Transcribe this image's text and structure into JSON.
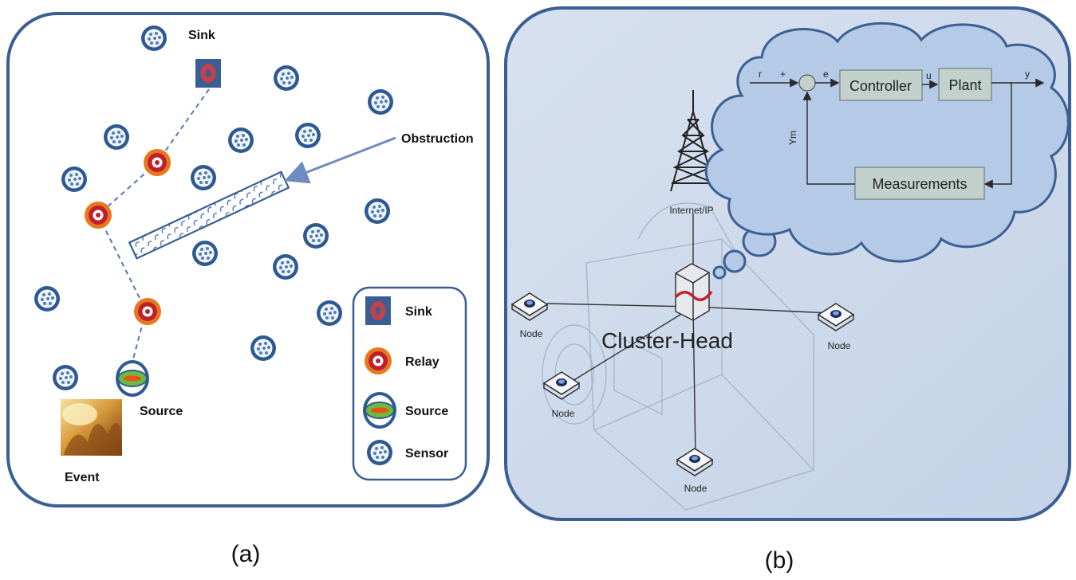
{
  "panel_a": {
    "caption": "(a)",
    "labels": {
      "sink": "Sink",
      "obstruction": "Obstruction",
      "source": "Source",
      "event": "Event"
    },
    "legend": [
      "Sink",
      "Relay",
      "Source",
      "Sensor"
    ],
    "colors": {
      "border": "#3b5f94",
      "sensor": "#2e5a94",
      "relay_outer": "#e8781e",
      "relay_inner": "#c0202c",
      "sink": "#c0424a",
      "source_green": "#6dbb3a",
      "source_red": "#e8501e",
      "path": "#5578b0"
    }
  },
  "panel_b": {
    "caption": "(b)",
    "tower_label": "Internet/IP",
    "cluster_head_label": "Cluster-Head",
    "node_label": "Node",
    "control_loop": {
      "r": "r",
      "plus": "+",
      "e": "e",
      "u": "u",
      "y": "y",
      "ym": "Ym",
      "controller": "Controller",
      "plant": "Plant",
      "measurements": "Measurements"
    },
    "colors": {
      "background": "#c9d7ea",
      "cloud": "#b4cae6",
      "cloud_border": "#3b5f94",
      "block": "#c3d1cc"
    }
  }
}
